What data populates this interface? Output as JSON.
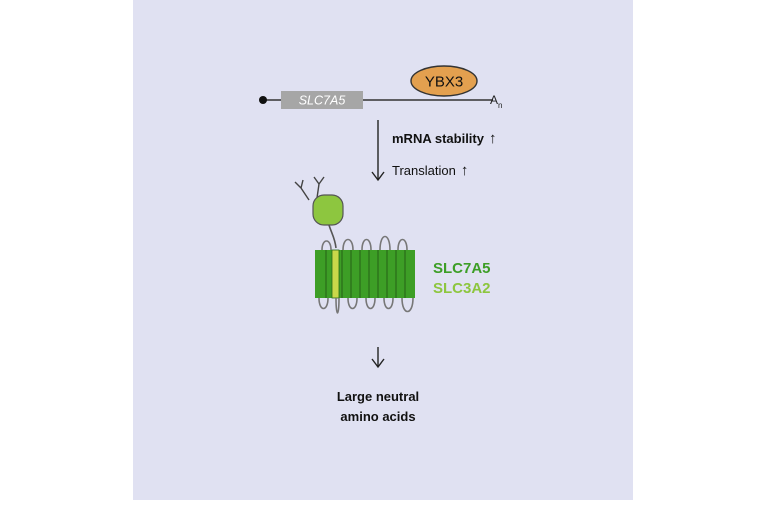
{
  "mrna": {
    "gene_label": "SLC7A5",
    "protein_label": "YBX3",
    "polya_label": "A",
    "polya_subscript": "n"
  },
  "effects": {
    "stability_label": "mRNA stability",
    "translation_label": "Translation",
    "up_arrow": "↑"
  },
  "transporter": {
    "heavy_chain_label": "SLC7A5",
    "light_chain_label": "SLC3A2"
  },
  "output": {
    "line1": "Large neutral",
    "line2": "amino acids"
  },
  "colors": {
    "background": "#e0e1f2",
    "gene_box": "#a6a6a6",
    "ybx3_fill": "#e3a04f",
    "slc7a5_green": "#3d9e26",
    "slc3a2_green": "#8dc63f",
    "line": "#333333"
  }
}
